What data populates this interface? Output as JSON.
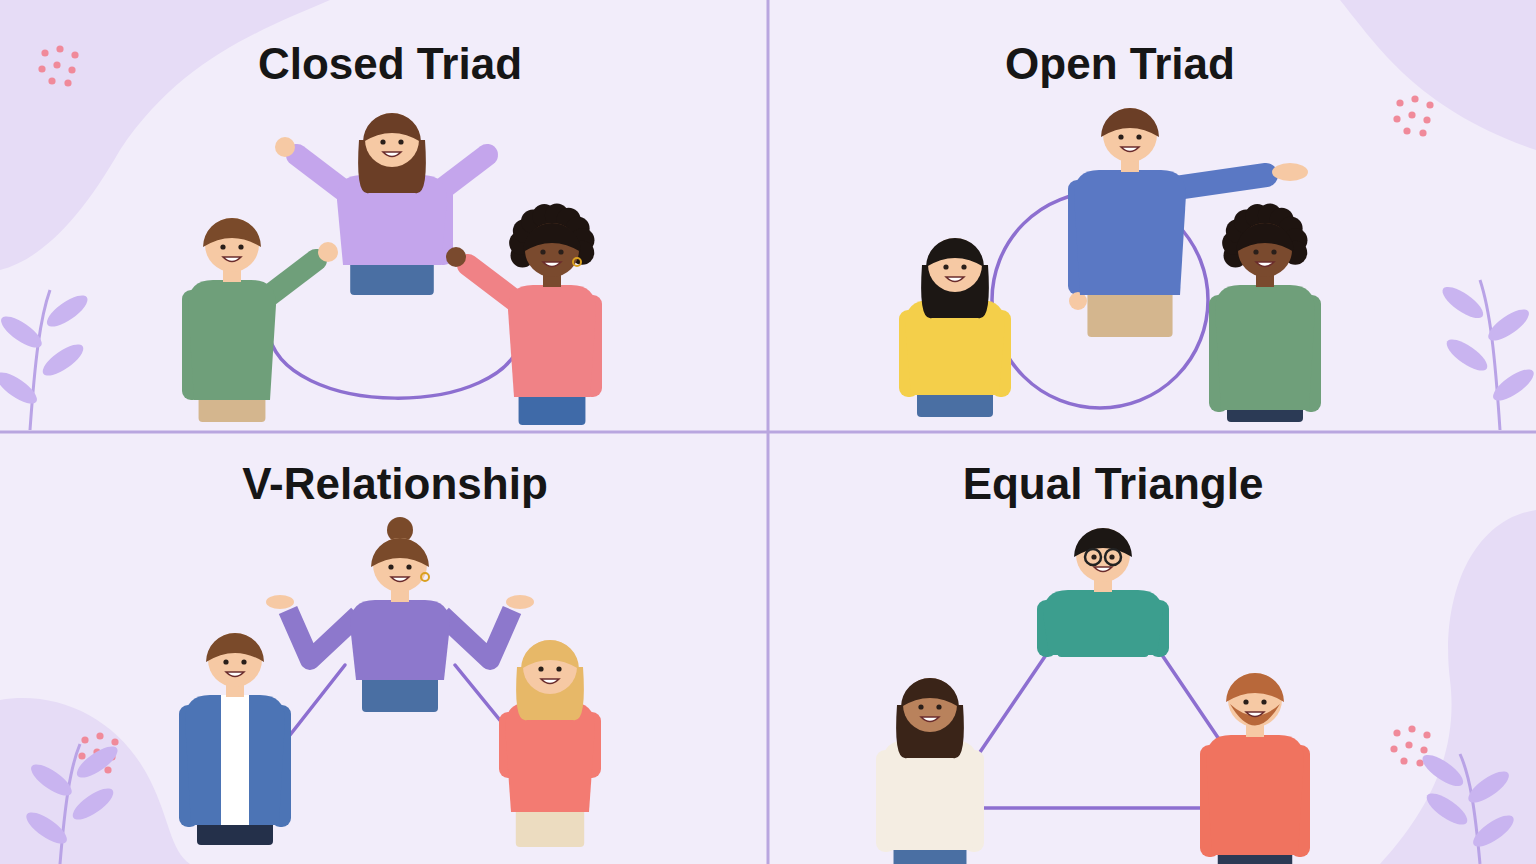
{
  "diagram": {
    "nodes": [
      {
        "text": [
          "Closed Triad"
        ]
      },
      {
        "text": [
          "Open Triad"
        ]
      },
      {
        "text": [
          "V-Relationship"
        ]
      },
      {
        "text": [
          "Equal Triangle"
        ]
      }
    ]
  }
}
